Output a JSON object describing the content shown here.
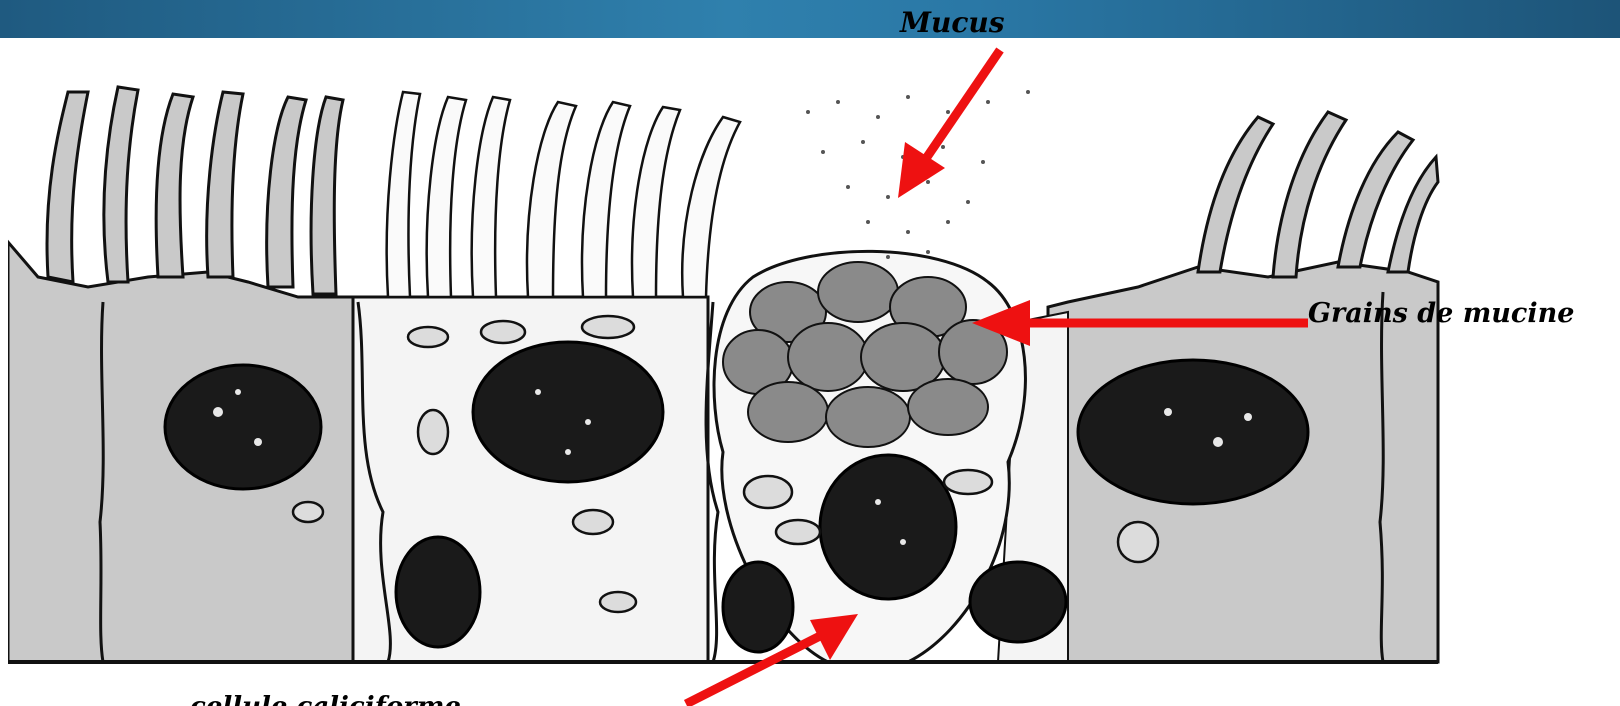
{
  "header": {
    "bar_color": "#2a78a6"
  },
  "labels": {
    "mucus": "Mucus",
    "grains": "Grains de mucine",
    "bottom_cut": "cellule caliciforme"
  },
  "colors": {
    "arrow": "#ee1111",
    "tissue": "#c8c8c8",
    "ink": "#111111"
  }
}
